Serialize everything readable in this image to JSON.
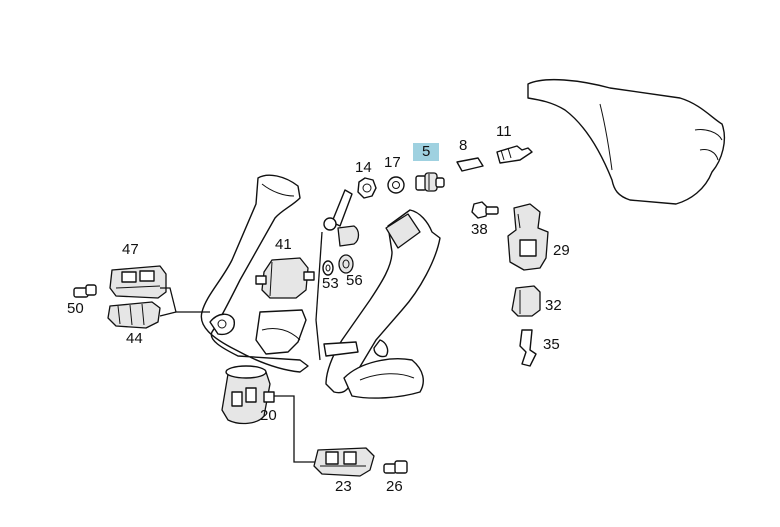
{
  "diagram": {
    "highlight_color": "#9fd1e0",
    "callouts": [
      {
        "id": "14",
        "label": "14"
      },
      {
        "id": "17",
        "label": "17"
      },
      {
        "id": "5",
        "label": "5",
        "highlighted": true
      },
      {
        "id": "8",
        "label": "8"
      },
      {
        "id": "11",
        "label": "11"
      },
      {
        "id": "41",
        "label": "41"
      },
      {
        "id": "47",
        "label": "47"
      },
      {
        "id": "50",
        "label": "50"
      },
      {
        "id": "44",
        "label": "44"
      },
      {
        "id": "53",
        "label": "53"
      },
      {
        "id": "56",
        "label": "56"
      },
      {
        "id": "38",
        "label": "38"
      },
      {
        "id": "29",
        "label": "29"
      },
      {
        "id": "32",
        "label": "32"
      },
      {
        "id": "35",
        "label": "35"
      },
      {
        "id": "20",
        "label": "20"
      },
      {
        "id": "23",
        "label": "23"
      },
      {
        "id": "26",
        "label": "26"
      }
    ]
  }
}
